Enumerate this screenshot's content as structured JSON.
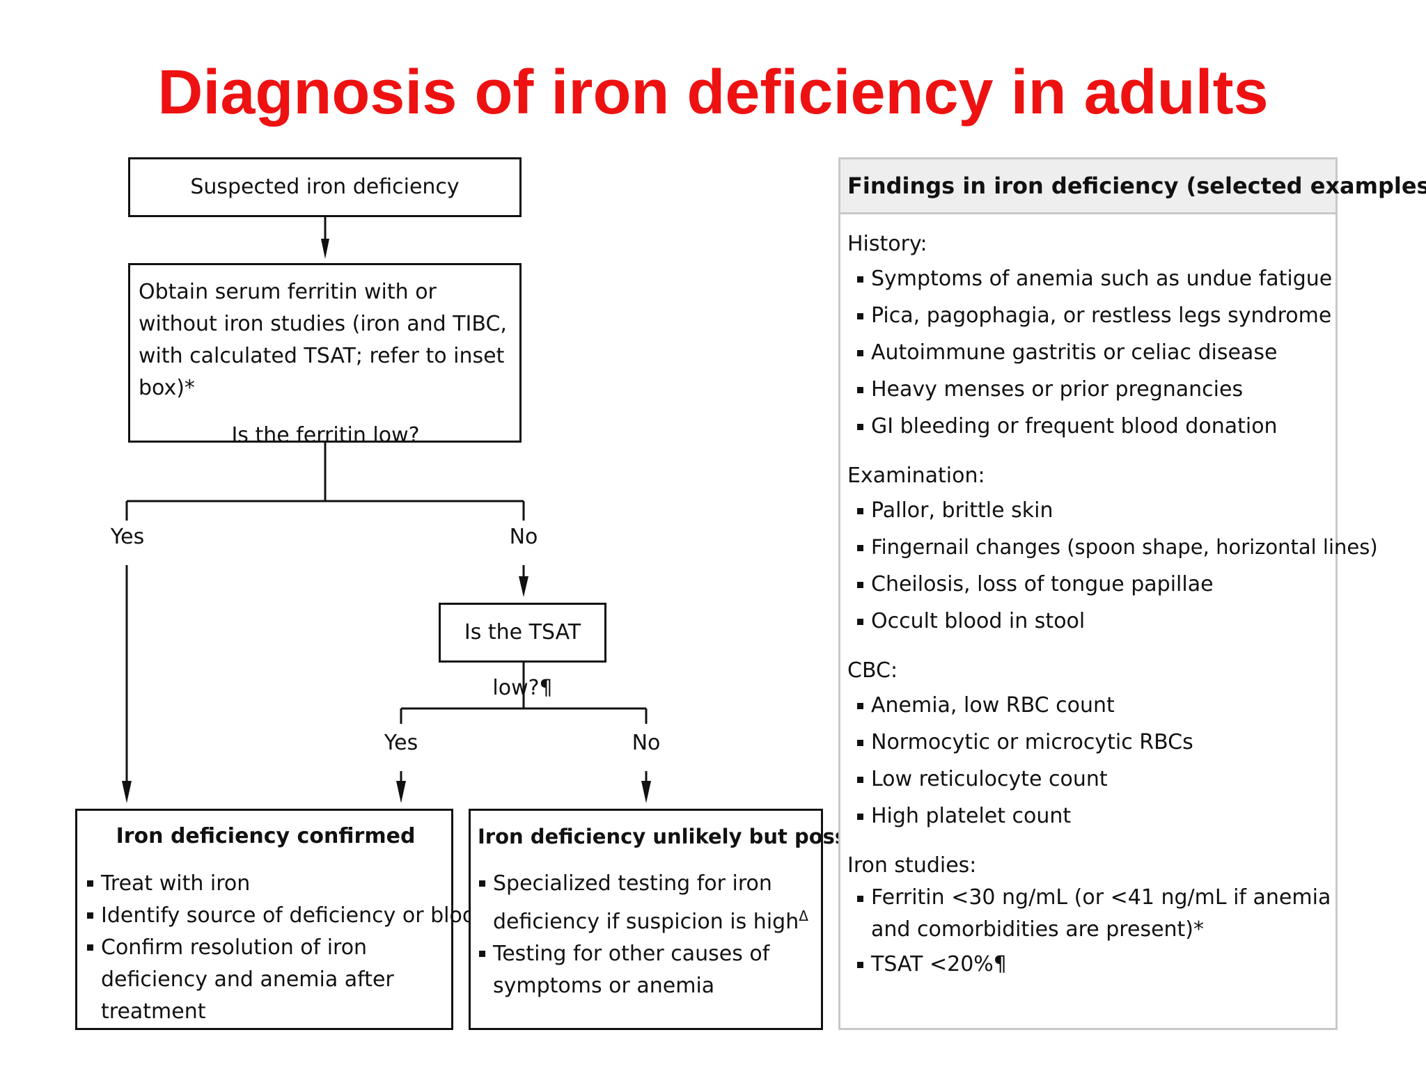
{
  "title": "Diagnosis of iron deficiency in adults",
  "flowchart": {
    "start_box": "Suspected iron deficiency",
    "ferritin_box": {
      "text": "Obtain serum ferritin with or without iron studies (iron and TIBC, with calculated TSAT; refer to inset box)*",
      "question": "Is the ferritin low?"
    },
    "ferritin_yes": "Yes",
    "ferritin_no": "No",
    "tsat_box": "Is the TSAT low?¶",
    "tsat_yes": "Yes",
    "tsat_no": "No",
    "confirmed_box": {
      "title": "Iron deficiency confirmed",
      "items": [
        "Treat with iron",
        "Identify source of deficiency or blood loss",
        "Confirm resolution of iron deficiency and anemia after treatment"
      ]
    },
    "unlikely_box": {
      "title": "Iron deficiency unlikely but possible",
      "items": [
        "Specialized testing for iron deficiency if suspicion is high",
        "Testing for other causes of symptoms or anemia"
      ],
      "item0_superscript": "Δ"
    }
  },
  "findings": {
    "title": "Findings in iron deficiency (selected examples)",
    "sections": [
      {
        "heading": "History:",
        "items": [
          "Symptoms of anemia such as undue fatigue",
          "Pica, pagophagia, or restless legs syndrome",
          "Autoimmune gastritis or celiac disease",
          "Heavy menses or prior pregnancies",
          "GI bleeding or frequent blood donation"
        ]
      },
      {
        "heading": "Examination:",
        "items": [
          "Pallor, brittle skin",
          "Fingernail changes (spoon shape, horizontal lines)",
          "Cheilosis, loss of tongue papillae",
          "Occult blood in stool"
        ]
      },
      {
        "heading": "CBC:",
        "items": [
          "Anemia, low RBC count",
          "Normocytic or microcytic RBCs",
          "Low reticulocyte count",
          "High platelet count"
        ]
      },
      {
        "heading": "Iron studies:",
        "items": [
          "Ferritin <30 ng/mL (or <41 ng/mL if anemia and comorbidities are present)*",
          "TSAT <20%¶"
        ]
      }
    ]
  }
}
